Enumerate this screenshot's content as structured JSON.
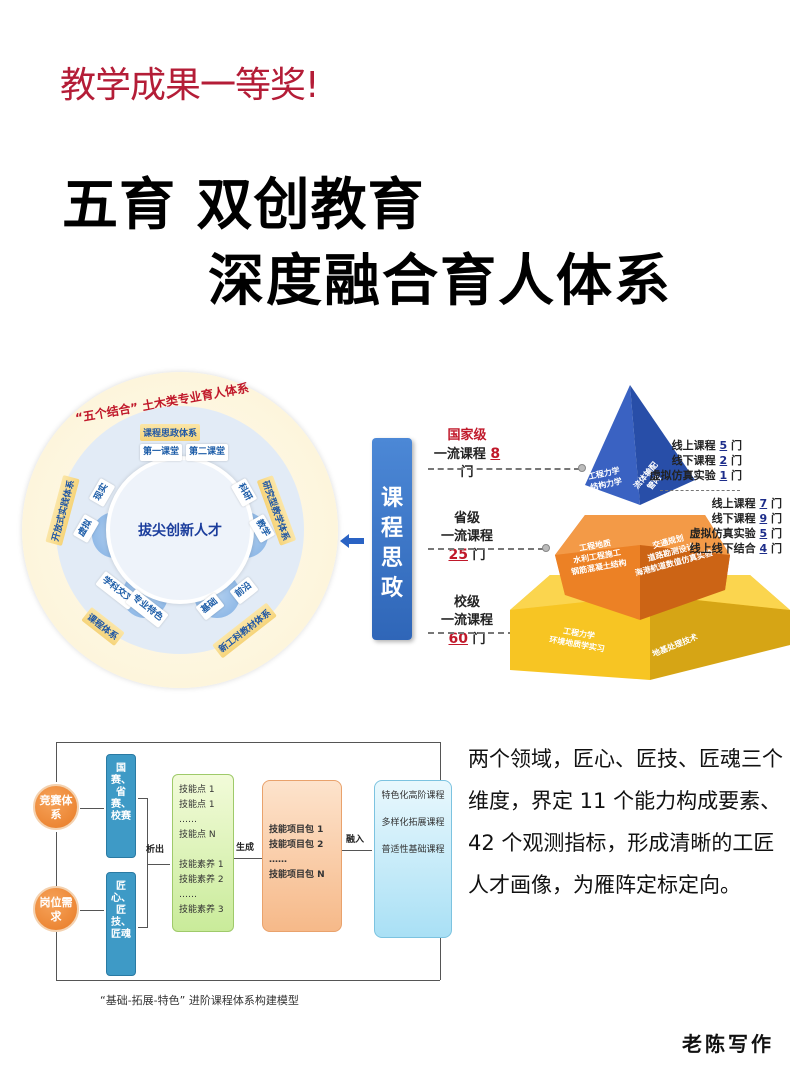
{
  "header": {
    "award": "教学成果一等奖!",
    "title_line1": "五育 双创教育",
    "title_line2": "深度融合育人体系"
  },
  "circle_diagram": {
    "arc_title": "“五个结合” 土木类专业育人体系",
    "center": "拔尖创新人才",
    "segments": [
      {
        "title": "课程思政体系",
        "items": [
          "第一课堂",
          "第二课堂"
        ]
      },
      {
        "title": "研究型教学体系",
        "items": [
          "科研",
          "教学"
        ]
      },
      {
        "title": "新工科教材体系",
        "items": [
          "基础",
          "前沿"
        ]
      },
      {
        "title": "课程体系",
        "items": [
          "学科交叉",
          "专业特色"
        ]
      },
      {
        "title": "开放式实践体系",
        "items": [
          "虚拟",
          "现实"
        ]
      }
    ]
  },
  "ideology_box": {
    "label": "课程思政",
    "arrow": "left-arrow-icon"
  },
  "levels": [
    {
      "level": "国家级",
      "prefix": "一流课程",
      "count": "8",
      "unit": "门"
    },
    {
      "level": "省级",
      "prefix": "一流课程",
      "count": "25",
      "unit": "门"
    },
    {
      "level": "校级",
      "prefix": "一流课程",
      "count": "60",
      "unit": "门"
    }
  ],
  "pyramid": {
    "top": {
      "left": [
        "...",
        "工程力学",
        "结构力学"
      ],
      "right": [
        "...",
        "流体输配",
        "管网"
      ]
    },
    "middle": {
      "left": [
        "...",
        "工程地质",
        "水利工程施工",
        "钢筋混凝土结构"
      ],
      "right": [
        "...",
        "交通规划",
        "道路勘测设计",
        "海港航道数值仿真实验"
      ]
    },
    "bottom": {
      "left": [
        "...",
        "工程力学",
        "环境地质学实习"
      ],
      "right": [
        "...",
        "地基处理技术"
      ]
    }
  },
  "national_breakdown": [
    {
      "label": "线上课程",
      "count": "5",
      "unit": "门"
    },
    {
      "label": "线下课程",
      "count": "2",
      "unit": "门"
    },
    {
      "label": "虚拟仿真实验",
      "count": "1",
      "unit": "门"
    }
  ],
  "provincial_breakdown": [
    {
      "label": "线上课程",
      "count": "7",
      "unit": "门"
    },
    {
      "label": "线下课程",
      "count": "9",
      "unit": "门"
    },
    {
      "label": "虚拟仿真实验",
      "count": "5",
      "unit": "门"
    },
    {
      "label": "线上线下结合",
      "count": "4",
      "unit": "门"
    }
  ],
  "flow": {
    "source_1": "竞赛体系",
    "source_2": "岗位需求",
    "vbox_1": "国赛、省赛、校赛",
    "vbox_2": "匠心、匠技、匠魂",
    "step_1_label": "析出",
    "skills": [
      "技能点 1",
      "技能点 1",
      "……",
      "技能点 N",
      "",
      "技能素养 1",
      "技能素养 2",
      "……",
      "技能素养 3"
    ],
    "step_2_label": "生成",
    "packages": [
      "技能项目包 1",
      "技能项目包 2",
      "……",
      "技能项目包 N"
    ],
    "step_3_label": "融入",
    "courses": [
      "特色化高阶课程",
      "多样化拓展课程",
      "普适性基础课程"
    ],
    "caption": "“基础-拓展-特色” 进阶课程体系构建模型"
  },
  "description": "两个领域，匠心、匠技、匠魂三个维度，界定 11 个能力构成要素、42 个观测指标，形成清晰的工匠人才画像，为雁阵定标定向。",
  "author": "老陈写作"
}
